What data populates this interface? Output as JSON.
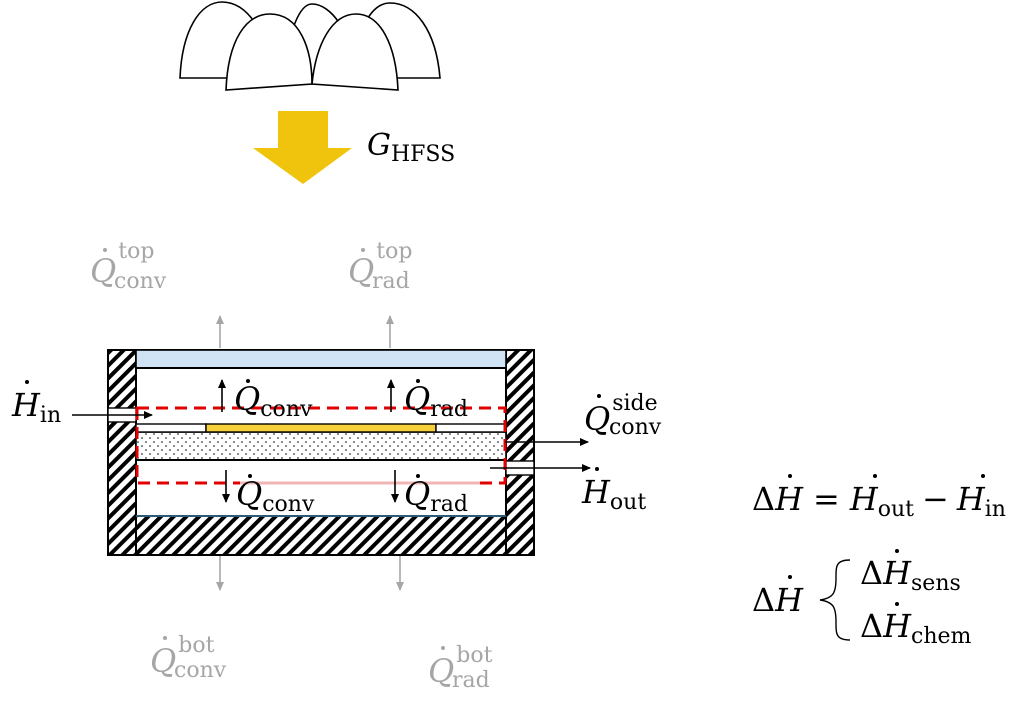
{
  "source_label": {
    "symbol": "G",
    "subscript": "HFSS"
  },
  "losses_top": {
    "conv": {
      "symbol": "Q",
      "sup": "top",
      "sub": "conv"
    },
    "rad": {
      "symbol": "Q",
      "sup": "top",
      "sub": "rad"
    }
  },
  "losses_bottom": {
    "conv": {
      "symbol": "Q",
      "sup": "bot",
      "sub": "conv"
    },
    "rad": {
      "symbol": "Q",
      "sup": "bot",
      "sub": "rad"
    }
  },
  "losses_side": {
    "symbol": "Q",
    "sup": "side",
    "sub": "conv"
  },
  "inner_top": {
    "conv": {
      "symbol": "Q",
      "sub": "conv"
    },
    "rad": {
      "symbol": "Q",
      "sub": "rad"
    }
  },
  "inner_bottom": {
    "conv": {
      "symbol": "Q",
      "sub": "conv"
    },
    "rad": {
      "symbol": "Q",
      "sub": "rad"
    }
  },
  "enthalpy_in": {
    "symbol": "H",
    "sub": "in"
  },
  "enthalpy_out": {
    "symbol": "H",
    "sub": "out"
  },
  "equation_balance": {
    "delta": "Δ",
    "lhs_symbol": "H",
    "equals": "=",
    "term1_symbol": "H",
    "term1_sub": "out",
    "minus": "−",
    "term2_symbol": "H",
    "term2_sub": "in"
  },
  "equation_split": {
    "delta": "Δ",
    "lhs_symbol": "H",
    "branch1_symbol": "H",
    "branch1_sub": "sens",
    "branch2_symbol": "H",
    "branch2_sub": "chem"
  },
  "colors": {
    "arrow_yellow": "#F0C40C",
    "glass_blue": "#CFE3F5",
    "gold_plate": "#F5D03A",
    "control_volume_red": "#E00000",
    "gray_text": "#A6A6A6",
    "pink_line": "#F2B6B6"
  }
}
